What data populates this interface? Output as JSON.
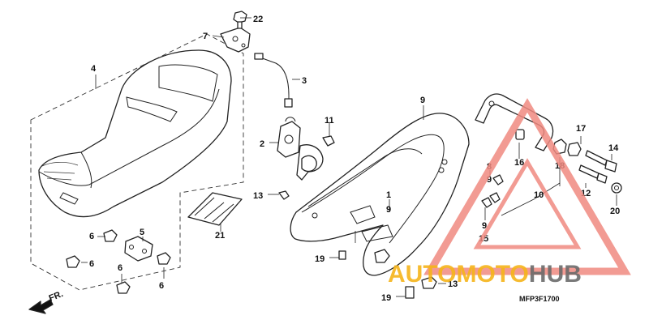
{
  "diagram": {
    "code": "MFP3F1700",
    "front_marker": "FR."
  },
  "callouts": [
    {
      "id": "c22",
      "text": "22"
    },
    {
      "id": "c7",
      "text": "7"
    },
    {
      "id": "c3",
      "text": "3"
    },
    {
      "id": "c4",
      "text": "4"
    },
    {
      "id": "c11",
      "text": "11"
    },
    {
      "id": "c2",
      "text": "2"
    },
    {
      "id": "c9a",
      "text": "9"
    },
    {
      "id": "c13a",
      "text": "13"
    },
    {
      "id": "c1",
      "text": "1"
    },
    {
      "id": "c9b",
      "text": "9"
    },
    {
      "id": "c19a",
      "text": "19"
    },
    {
      "id": "c21",
      "text": "21"
    },
    {
      "id": "c5",
      "text": "5"
    },
    {
      "id": "c6a",
      "text": "6"
    },
    {
      "id": "c6b",
      "text": "6"
    },
    {
      "id": "c6c",
      "text": "6"
    },
    {
      "id": "c6d",
      "text": "6"
    },
    {
      "id": "c8",
      "text": "8"
    },
    {
      "id": "c9c",
      "text": "9"
    },
    {
      "id": "c9d",
      "text": "9"
    },
    {
      "id": "c15",
      "text": "15"
    },
    {
      "id": "c16",
      "text": "16"
    },
    {
      "id": "c18",
      "text": "18"
    },
    {
      "id": "c10",
      "text": "10"
    },
    {
      "id": "c17",
      "text": "17"
    },
    {
      "id": "c14",
      "text": "14"
    },
    {
      "id": "c12",
      "text": "12"
    },
    {
      "id": "c20",
      "text": "20"
    },
    {
      "id": "c13b",
      "text": "13"
    },
    {
      "id": "c19b",
      "text": "19"
    }
  ],
  "watermark": {
    "part1": "AUTOMOTO",
    "part2": "HUB",
    "color_triangle": "#f08a80",
    "color_primary": "#f6b41a",
    "color_secondary": "#6b6b6b"
  }
}
